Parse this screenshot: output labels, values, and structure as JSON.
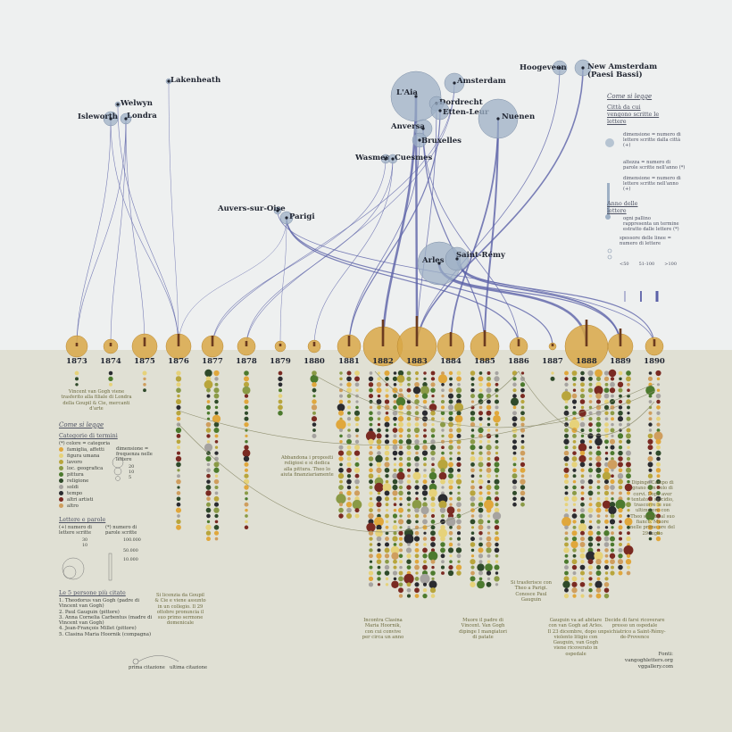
{
  "cities": [
    {
      "name": "Lakenheath",
      "size": 3
    },
    {
      "name": "Welwyn",
      "size": 3
    },
    {
      "name": "Isleworth",
      "size": 8
    },
    {
      "name": "Londra",
      "size": 6
    },
    {
      "name": "L'Aia",
      "size": 28
    },
    {
      "name": "Amsterdam",
      "size": 11
    },
    {
      "name": "Dordrecht",
      "size": 8
    },
    {
      "name": "Etten-Leur",
      "size": 10
    },
    {
      "name": "Anversa",
      "size": 10
    },
    {
      "name": "Bruxelles",
      "size": 8
    },
    {
      "name": "Nuenen",
      "size": 22
    },
    {
      "name": "Hoogeveen",
      "size": 8
    },
    {
      "name": "New Amsterdam (Paesi Bassi)",
      "size": 9
    },
    {
      "name": "Wasmes",
      "size": 5
    },
    {
      "name": "Cuesmes",
      "size": 5
    },
    {
      "name": "Auvers-sur-Oise",
      "size": 4
    },
    {
      "name": "Parigi",
      "size": 7
    },
    {
      "name": "Arles",
      "size": 24
    },
    {
      "name": "Saint-Rémy",
      "size": 13
    }
  ],
  "years": [
    {
      "year": "1873",
      "size": 12
    },
    {
      "year": "1874",
      "size": 8
    },
    {
      "year": "1875",
      "size": 14
    },
    {
      "year": "1876",
      "size": 14
    },
    {
      "year": "1877",
      "size": 12
    },
    {
      "year": "1878",
      "size": 10
    },
    {
      "year": "1879",
      "size": 6
    },
    {
      "year": "1880",
      "size": 7
    },
    {
      "year": "1881",
      "size": 13
    },
    {
      "year": "1882",
      "size": 22
    },
    {
      "year": "1883",
      "size": 22
    },
    {
      "year": "1884",
      "size": 15
    },
    {
      "year": "1885",
      "size": 16
    },
    {
      "year": "1886",
      "size": 10
    },
    {
      "year": "1887",
      "size": 4
    },
    {
      "year": "1888",
      "size": 24
    },
    {
      "year": "1889",
      "size": 14
    },
    {
      "year": "1890",
      "size": 10
    }
  ],
  "notes": {
    "n1873": "Vincent van Gogh viene trasferito alla filiale di Londra della Goupil & Cie, mercanti d'arte",
    "n1876": "Si licenzia da Goupil & Cie e viene assunto in un collegio. Il 29 ottobre pronuncia il suo primo sermone domenicale",
    "n1880": "Abbandona i propositi religiosi e si dedica alla pittura. Theo lo aiuta finanziariamente",
    "n1882": "Incontra Clasina Maria Hoornik, con cui convive per circa un anno",
    "n1885": "Muore il padre di Vincent. Van Gogh dipinge I mangiatori di patate",
    "n1886": "Si trasferisce con Theo a Parigi. Conosce Paul Gauguin",
    "n1888": "Gauguin va ad abitare con van Gogh ad Arles. Il 23 dicembre, dopo un violento litigio con Gauguin, van Gogh viene ricoverato in ospedale",
    "n1889": "Decide di farsi ricoverare presso un ospedale psichiatrico a Saint-Rémy-de-Provence",
    "n1890": "Dipinge Campo di grano con volo di corvi. Dopo aver tentato il suicidio, trascorre le sue ultime ore con Theo seduto al suo fianco. Muore nelle prime ore del 29 luglio"
  },
  "legend_cities": {
    "title": "Come si legge",
    "subtitle": "Città da cui vengono scritte le lettere",
    "dim_city": "dimensione = numero di lettere scritte dalla città (+)",
    "height": "altezza = numero di parole scritte nell'anno (*)",
    "dim_year": "dimensione = numero di lettere scritte nell'anno (+)",
    "anno": "Anno delle lettere",
    "dot_text": "ogni pallino rappresenta un termine estratto dalle lettere (*)",
    "line_text": "spessore delle linee = numero di lettere",
    "line_scale": [
      "<50",
      "51-100",
      ">100"
    ]
  },
  "legend_terms": {
    "title": "Come si legge",
    "subtitle": "Categorie di termini",
    "color_note": "(*) colore = categoria",
    "freq_note": "dimensione = frequenza nelle lettere",
    "freq_values": [
      "20",
      "10",
      "5"
    ],
    "categories": [
      {
        "label": "famiglia, affetti",
        "color": "#e0a73c"
      },
      {
        "label": "figura umana",
        "color": "#e6d27a"
      },
      {
        "label": "lavoro",
        "color": "#b8a53c"
      },
      {
        "label": "loc. geografica",
        "color": "#8a9a46"
      },
      {
        "label": "pittura",
        "color": "#4c7a2e"
      },
      {
        "label": "religione",
        "color": "#2f4a2a"
      },
      {
        "label": "soldi",
        "color": "#a6a3a0"
      },
      {
        "label": "tempo",
        "color": "#2a2b30"
      },
      {
        "label": "altri artisti",
        "color": "#7a2a22"
      },
      {
        "label": "altro",
        "color": "#cf9e5e"
      }
    ],
    "letters_title": "Lettere e parole",
    "letters_note": "(+) numero di lettere scritte",
    "words_note": "(*) numero di parole scritte",
    "letter_values": [
      "30",
      "10"
    ],
    "word_values": [
      "100.000",
      "50.000",
      "10.000"
    ]
  },
  "persons": {
    "title": "Le 5 persone più citate",
    "items": [
      "1. Theodorus van Gogh (padre di Vincent van Gogh)",
      "2. Paul Gauguin (pittore)",
      "3. Anna Cornelia Carbentus (madre di Vincent van Gogh)",
      "4. Jean-François Millet (pittore)",
      "5. Clasina Maria Hoornik (compagna)"
    ],
    "first": "prima citazione",
    "last": "ultima citazione"
  },
  "source": {
    "label": "Fonti:",
    "lines": [
      "vangoghletters.org",
      "vggallery.com"
    ]
  },
  "colors": {
    "ink": "#5b61a8",
    "gold": "#d8a746",
    "city": "#9eb0c5",
    "bottom_bg": "#e0e0d4",
    "top_bg": "#eef0f0"
  }
}
